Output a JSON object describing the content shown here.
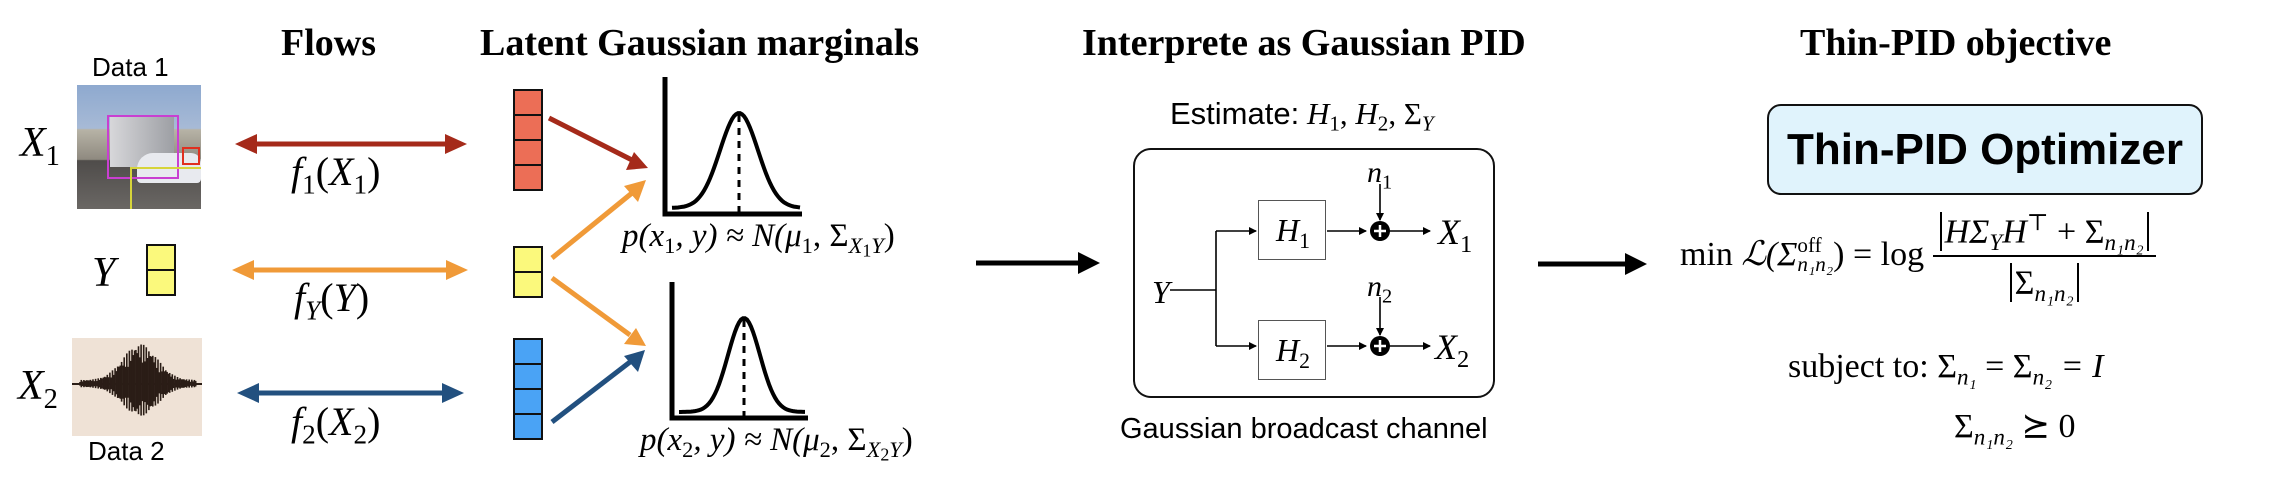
{
  "headings": {
    "flows": "Flows",
    "latent": "Latent Gaussian marginals",
    "interpret": "Interprete as Gaussian PID",
    "objective": "Thin-PID objective"
  },
  "inputs": {
    "x1": {
      "symbol": "X",
      "sub": "1",
      "caption": "Data 1",
      "kind": "image (street scene with detection boxes)"
    },
    "y": {
      "symbol": "Y",
      "cells": 2
    },
    "x2": {
      "symbol": "X",
      "sub": "2",
      "caption": "Data 2",
      "kind": "audio waveform"
    }
  },
  "flows": {
    "f1": {
      "f": "f",
      "fsub": "1",
      "arg": "X",
      "argsub": "1",
      "color": "#a52a1a"
    },
    "fy": {
      "f": "f",
      "fsub": "Y",
      "arg": "Y",
      "argsub": "",
      "color": "#f09a38"
    },
    "f2": {
      "f": "f",
      "fsub": "2",
      "arg": "X",
      "argsub": "2",
      "color": "#22507f"
    }
  },
  "latents": {
    "x1": {
      "cells": 4,
      "color": "#ec6e56"
    },
    "y": {
      "cells": 2,
      "color": "#fbf97c"
    },
    "x2": {
      "cells": 4,
      "color": "#4aa3f5"
    }
  },
  "marginals": {
    "m1": {
      "lhs": "p(x",
      "lhs_sub": "1",
      "rhs": ", y) ≈ N(μ",
      "mu_sub": "1",
      "sigma": ", Σ",
      "sigma_sub": "X",
      "sigma_subsub": "1",
      "sigma_tail": "Y",
      "close": ")"
    },
    "m2": {
      "lhs": "p(x",
      "lhs_sub": "2",
      "rhs": ", y) ≈ N(μ",
      "mu_sub": "2",
      "sigma": ", Σ",
      "sigma_sub": "X",
      "sigma_subsub": "2",
      "sigma_tail": "Y",
      "close": ")"
    }
  },
  "pid": {
    "estimate_label": "Estimate:",
    "estimate_math": {
      "h1": "H",
      "h1_sub": "1",
      "h2": "H",
      "h2_sub": "2",
      "sigma": "Σ",
      "sigma_sub": "Y"
    },
    "channel_caption": "Gaussian broadcast channel",
    "input": "Y",
    "branches": [
      {
        "gain": "H",
        "gain_sub": "1",
        "noise": "n",
        "noise_sub": "1",
        "output": "X",
        "output_sub": "1"
      },
      {
        "gain": "H",
        "gain_sub": "2",
        "noise": "n",
        "noise_sub": "2",
        "output": "X",
        "output_sub": "2"
      }
    ]
  },
  "objective": {
    "optimizer_label": "Thin-PID Optimizer",
    "min": "min",
    "loss": "ℒ(Σ",
    "loss_sup": "off",
    "loss_sub": "n₁n₂",
    "loss_close": ") = log",
    "numerator": "HΣ",
    "numerator_sub": "Y",
    "numerator_tail": "H",
    "numerator_sup": "⊤",
    "numerator_plus": " + Σ",
    "numerator_plus_sub": "n₁n₂",
    "denominator": "Σ",
    "denominator_sub": "n₁n₂",
    "constraint_label": "subject to:",
    "constraint1": {
      "a": "Σ",
      "a_sub": "n₁",
      "eq1": " = Σ",
      "b_sub": "n₂",
      "eq2": " = I"
    },
    "constraint2": {
      "a": "Σ",
      "a_sub": "n₁n₂",
      "rel": " ⪰ 0"
    }
  }
}
